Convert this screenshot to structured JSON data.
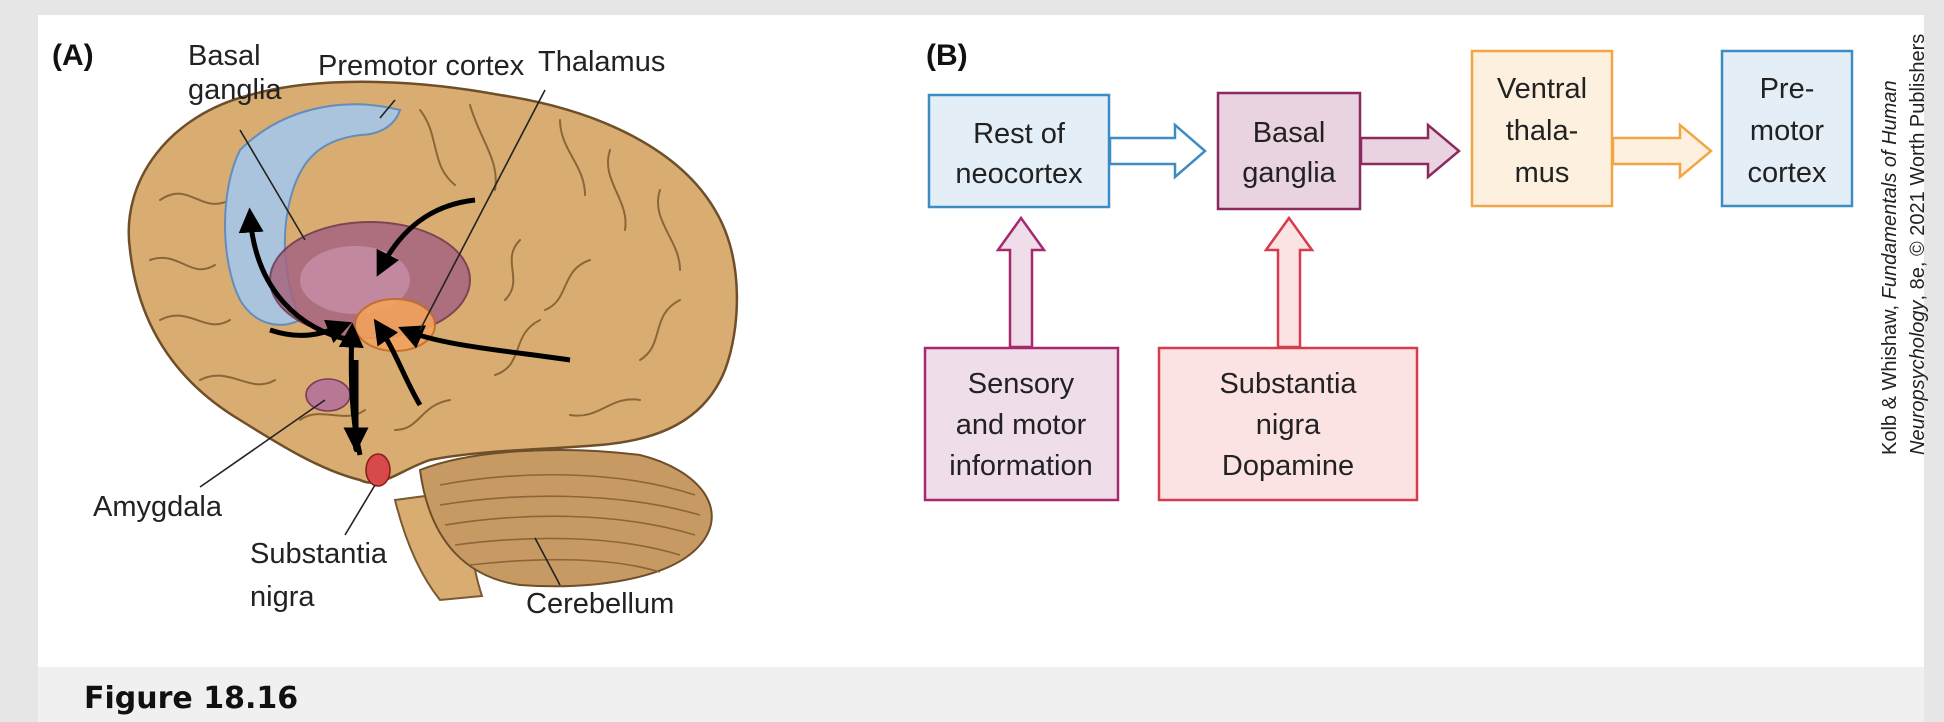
{
  "panel_a": {
    "letter": "(A)",
    "labels": {
      "basal_line1": "Basal",
      "basal_line2": "ganglia",
      "premotor": "Premotor cortex",
      "thalamus": "Thalamus",
      "amygdala": "Amygdala",
      "substantia_line1": "Substantia",
      "substantia_line2": "nigra",
      "cerebellum": "Cerebellum"
    }
  },
  "panel_b": {
    "letter": "(B)",
    "boxes": {
      "neocortex": {
        "line1": "Rest of",
        "line2": "neocortex"
      },
      "basal": {
        "line1": "Basal",
        "line2": "ganglia"
      },
      "thalamus": {
        "line1": "Ventral",
        "line2": "thala-",
        "line3": "mus"
      },
      "premotor": {
        "line1": "Pre-",
        "line2": "motor",
        "line3": "cortex"
      },
      "sensory": {
        "line1": "Sensory",
        "line2": "and motor",
        "line3": "information"
      },
      "nigra": {
        "line1": "Substantia",
        "line2": "nigra",
        "line3": "Dopamine"
      }
    }
  },
  "credit": {
    "line1_prefix": "Kolb & Whishaw, ",
    "line1_italic": "Fundamentals of Human",
    "line2_italic": "Neuropsychology",
    "line2_rest": ", 8e, © 2021 Worth Publishers"
  },
  "caption": {
    "text": "Figure 18.16"
  },
  "colors": {
    "blue": "#3d8cc4",
    "blue_fill": "#e3eef7",
    "purple": "#8a2a5f",
    "purple_fill": "#ead3e0",
    "orange": "#f0a646",
    "orange_fill": "#fdf0de",
    "magenta": "#a8286e",
    "magenta_fill": "#efdde9",
    "red": "#d63b4e",
    "red_fill": "#fbe3e3",
    "brain": "#d9ad72"
  }
}
